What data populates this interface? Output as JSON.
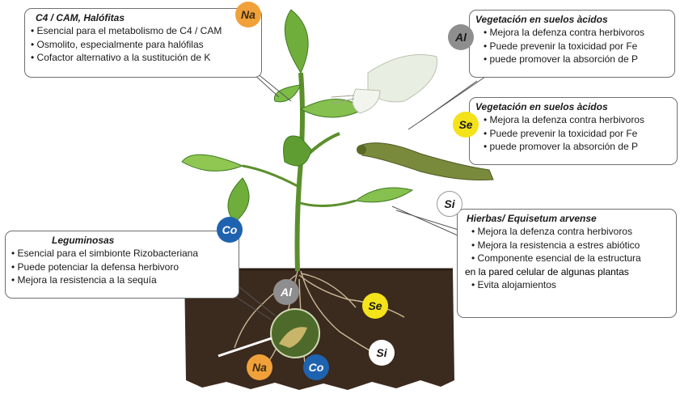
{
  "boxes": {
    "na": {
      "title": "C4 / CAM, Halófitas",
      "items": [
        "Esencial para el metabolismo de C4 / CAM",
        "Osmolito, especialmente para halófilas",
        "Cofactor alternativo a la sustitución de K"
      ]
    },
    "al": {
      "title": "Vegetación en suelos àcidos",
      "items": [
        "Mejora la defenza contra herbivoros",
        "Puede prevenir la toxicidad por Fe",
        "puede promover la absorción de P"
      ]
    },
    "se": {
      "title": "Vegetación en suelos àcidos",
      "items": [
        "Mejora la defenza contra herbivoros",
        "Puede prevenir la toxicidad por Fe",
        "puede promover la absorción de P"
      ]
    },
    "si": {
      "title": "Hierbas/ Equisetum arvense",
      "items": [
        "Mejora la defenza contra herbivoros",
        "Mejora la resistencia a estres abiótico",
        "Componente esencial de la estructura",
        "Evita alojamientos"
      ],
      "continuation": "en la pared celular de algunas plantas"
    },
    "co": {
      "title": "Leguminosas",
      "items": [
        "Esencial para el simbionte Rizobacteriana",
        "Puede potenciar la defensa herbivoro",
        "Mejora la resistencia a la sequía"
      ]
    }
  },
  "badges": {
    "na_top": "Na",
    "al_top": "Al",
    "se_top": "Se",
    "si_top": "Si",
    "co_top": "Co",
    "al_soil": "Al",
    "se_soil": "Se",
    "si_soil": "Si",
    "na_soil": "Na",
    "co_soil": "Co"
  },
  "colors": {
    "na": "#f0a13a",
    "al": "#8e8e8e",
    "se": "#f4e21a",
    "si": "#ffffff",
    "co": "#1f63b0",
    "soil": "#3b2a1e",
    "leaf": "#6fae3b",
    "stem": "#5b8f2c"
  }
}
